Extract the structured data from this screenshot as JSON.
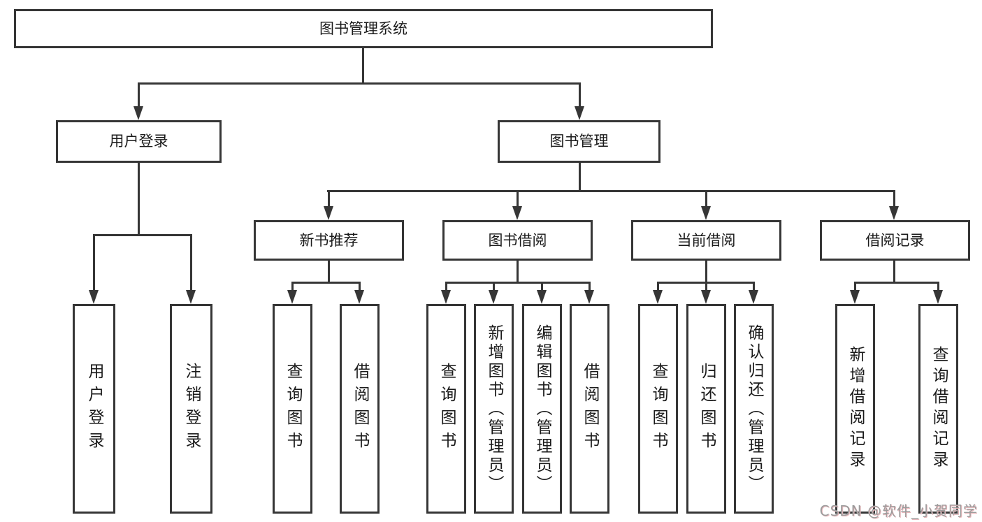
{
  "title": "图书管理系统",
  "nodes": {
    "root": "图书管理系统",
    "user_login": "用户登录",
    "book_mgmt": "图书管理",
    "ul_children": [
      "用户登录",
      "注销登录"
    ],
    "new_book": "新书推荐",
    "new_book_children": [
      "查询图书",
      "借阅图书"
    ],
    "borrow": "图书借阅",
    "borrow_children": [
      "查询图书",
      "新增图书（管理员）",
      "编辑图书（管理员）",
      "借阅图书"
    ],
    "current": "当前借阅",
    "current_children": [
      "查询图书",
      "归还图书",
      "确认归还（管理员）"
    ],
    "records": "借阅记录",
    "records_children": [
      "新增借阅记录",
      "查询借阅记录"
    ]
  },
  "watermark": "CSDN @软件_小贺同学",
  "colors": {
    "line": "#363636",
    "text": "#1a1a1a",
    "background": "#ffffff",
    "watermark": "#9c9c9c"
  }
}
